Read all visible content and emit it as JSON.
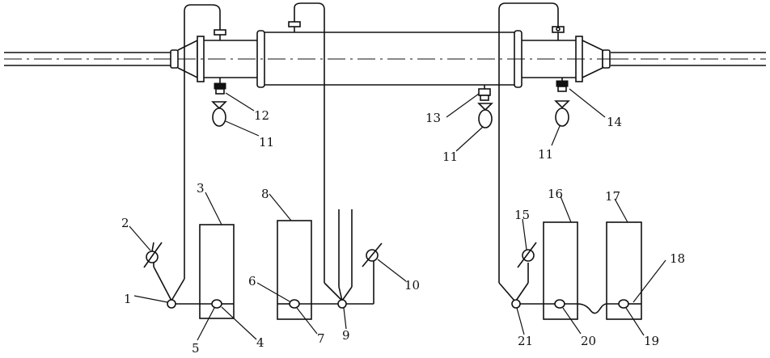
{
  "labels": {
    "l1": "1",
    "l2": "2",
    "l3": "3",
    "l4": "4",
    "l5": "5",
    "l6": "6",
    "l7": "7",
    "l8": "8",
    "l9": "9",
    "l10": "10",
    "l11a": "11",
    "l11b": "11",
    "l11c": "11",
    "l12": "12",
    "l13": "13",
    "l14": "14",
    "l15": "15",
    "l16": "16",
    "l17": "17",
    "l18": "18",
    "l19": "19",
    "l20": "20",
    "l21": "21"
  },
  "colors": {
    "line": "#111111",
    "background": "#ffffff"
  }
}
